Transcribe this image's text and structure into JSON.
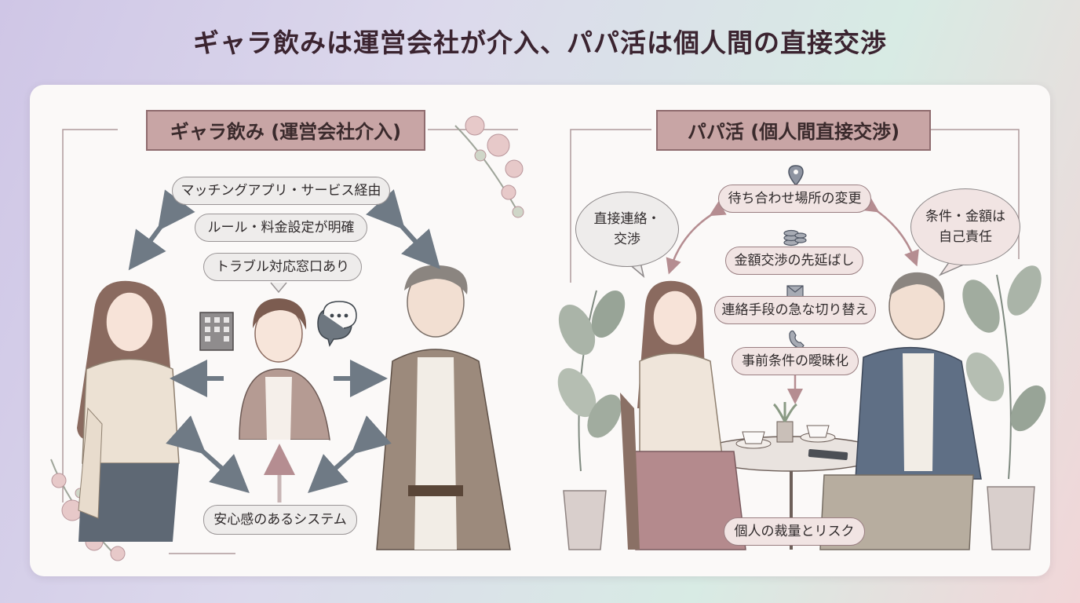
{
  "title": "ギャラ飲みは運営会社が介入、パパ活は個人間の直接交渉",
  "left": {
    "ribbon": "ギャラ飲み (運営会社介入)",
    "features": [
      "マッチングアプリ・サービス経由",
      "ルール・料金設定が明確",
      "トラブル対応窓口あり"
    ],
    "bottom_label": "安心感のあるシステム"
  },
  "right": {
    "ribbon": "パパ活 (個人間直接交渉)",
    "bubble_left": [
      "直接連絡・",
      "交渉"
    ],
    "bubble_right": [
      "条件・金額は",
      "自己責任"
    ],
    "risks": [
      "待ち合わせ場所の変更",
      "金額交渉の先延ばし",
      "連絡手段の急な切り替え",
      "事前条件の曖昧化"
    ],
    "bottom_label": "個人の裁量とリスク"
  },
  "colors": {
    "ribbon": "#c8a5a5",
    "ribbon_border": "#8f6c6f",
    "pill_bg": "#eeeceb",
    "arrow": "#6f7a85",
    "arrow_rose": "#b58d91",
    "card_bg": "#fbf9f8"
  }
}
